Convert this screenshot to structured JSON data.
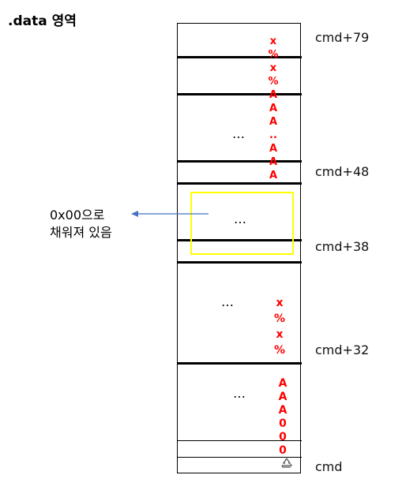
{
  "title": ".data 영역",
  "address_labels": {
    "cmd79": "cmd+79",
    "cmd48": "cmd+48",
    "cmd38": "cmd+38",
    "cmd32": "cmd+32",
    "cmd": "cmd"
  },
  "ellipsis": "…",
  "annotation": {
    "line1": "0x00으로",
    "line2": "채워져 있음"
  },
  "payload_top": [
    "x",
    "%",
    "x",
    "%",
    "A",
    "A",
    "A",
    "..",
    "A",
    "A",
    "A"
  ],
  "payload_mid": [
    "x",
    "%",
    "x",
    "%"
  ],
  "payload_bottom": [
    "A",
    "A",
    "A",
    "0",
    "0",
    "0"
  ],
  "colors": {
    "payload": "#ff0000",
    "highlight": "#ffff00",
    "arrow": "#4472c4"
  },
  "icons": {
    "bottom_cell": "recycle-icon"
  }
}
